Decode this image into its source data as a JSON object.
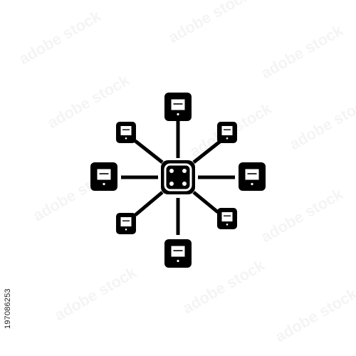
{
  "image": {
    "stock_id": "197086253",
    "watermark_text": "adobe stock"
  },
  "icon": {
    "name": "network-hub-icon",
    "hub": "server-hub",
    "nodes": [
      "device-top",
      "device-top-right",
      "device-right",
      "device-bottom-right",
      "device-bottom",
      "device-bottom-left",
      "device-left",
      "device-top-left"
    ]
  },
  "colors": {
    "foreground": "#000000",
    "background": "#ffffff"
  }
}
